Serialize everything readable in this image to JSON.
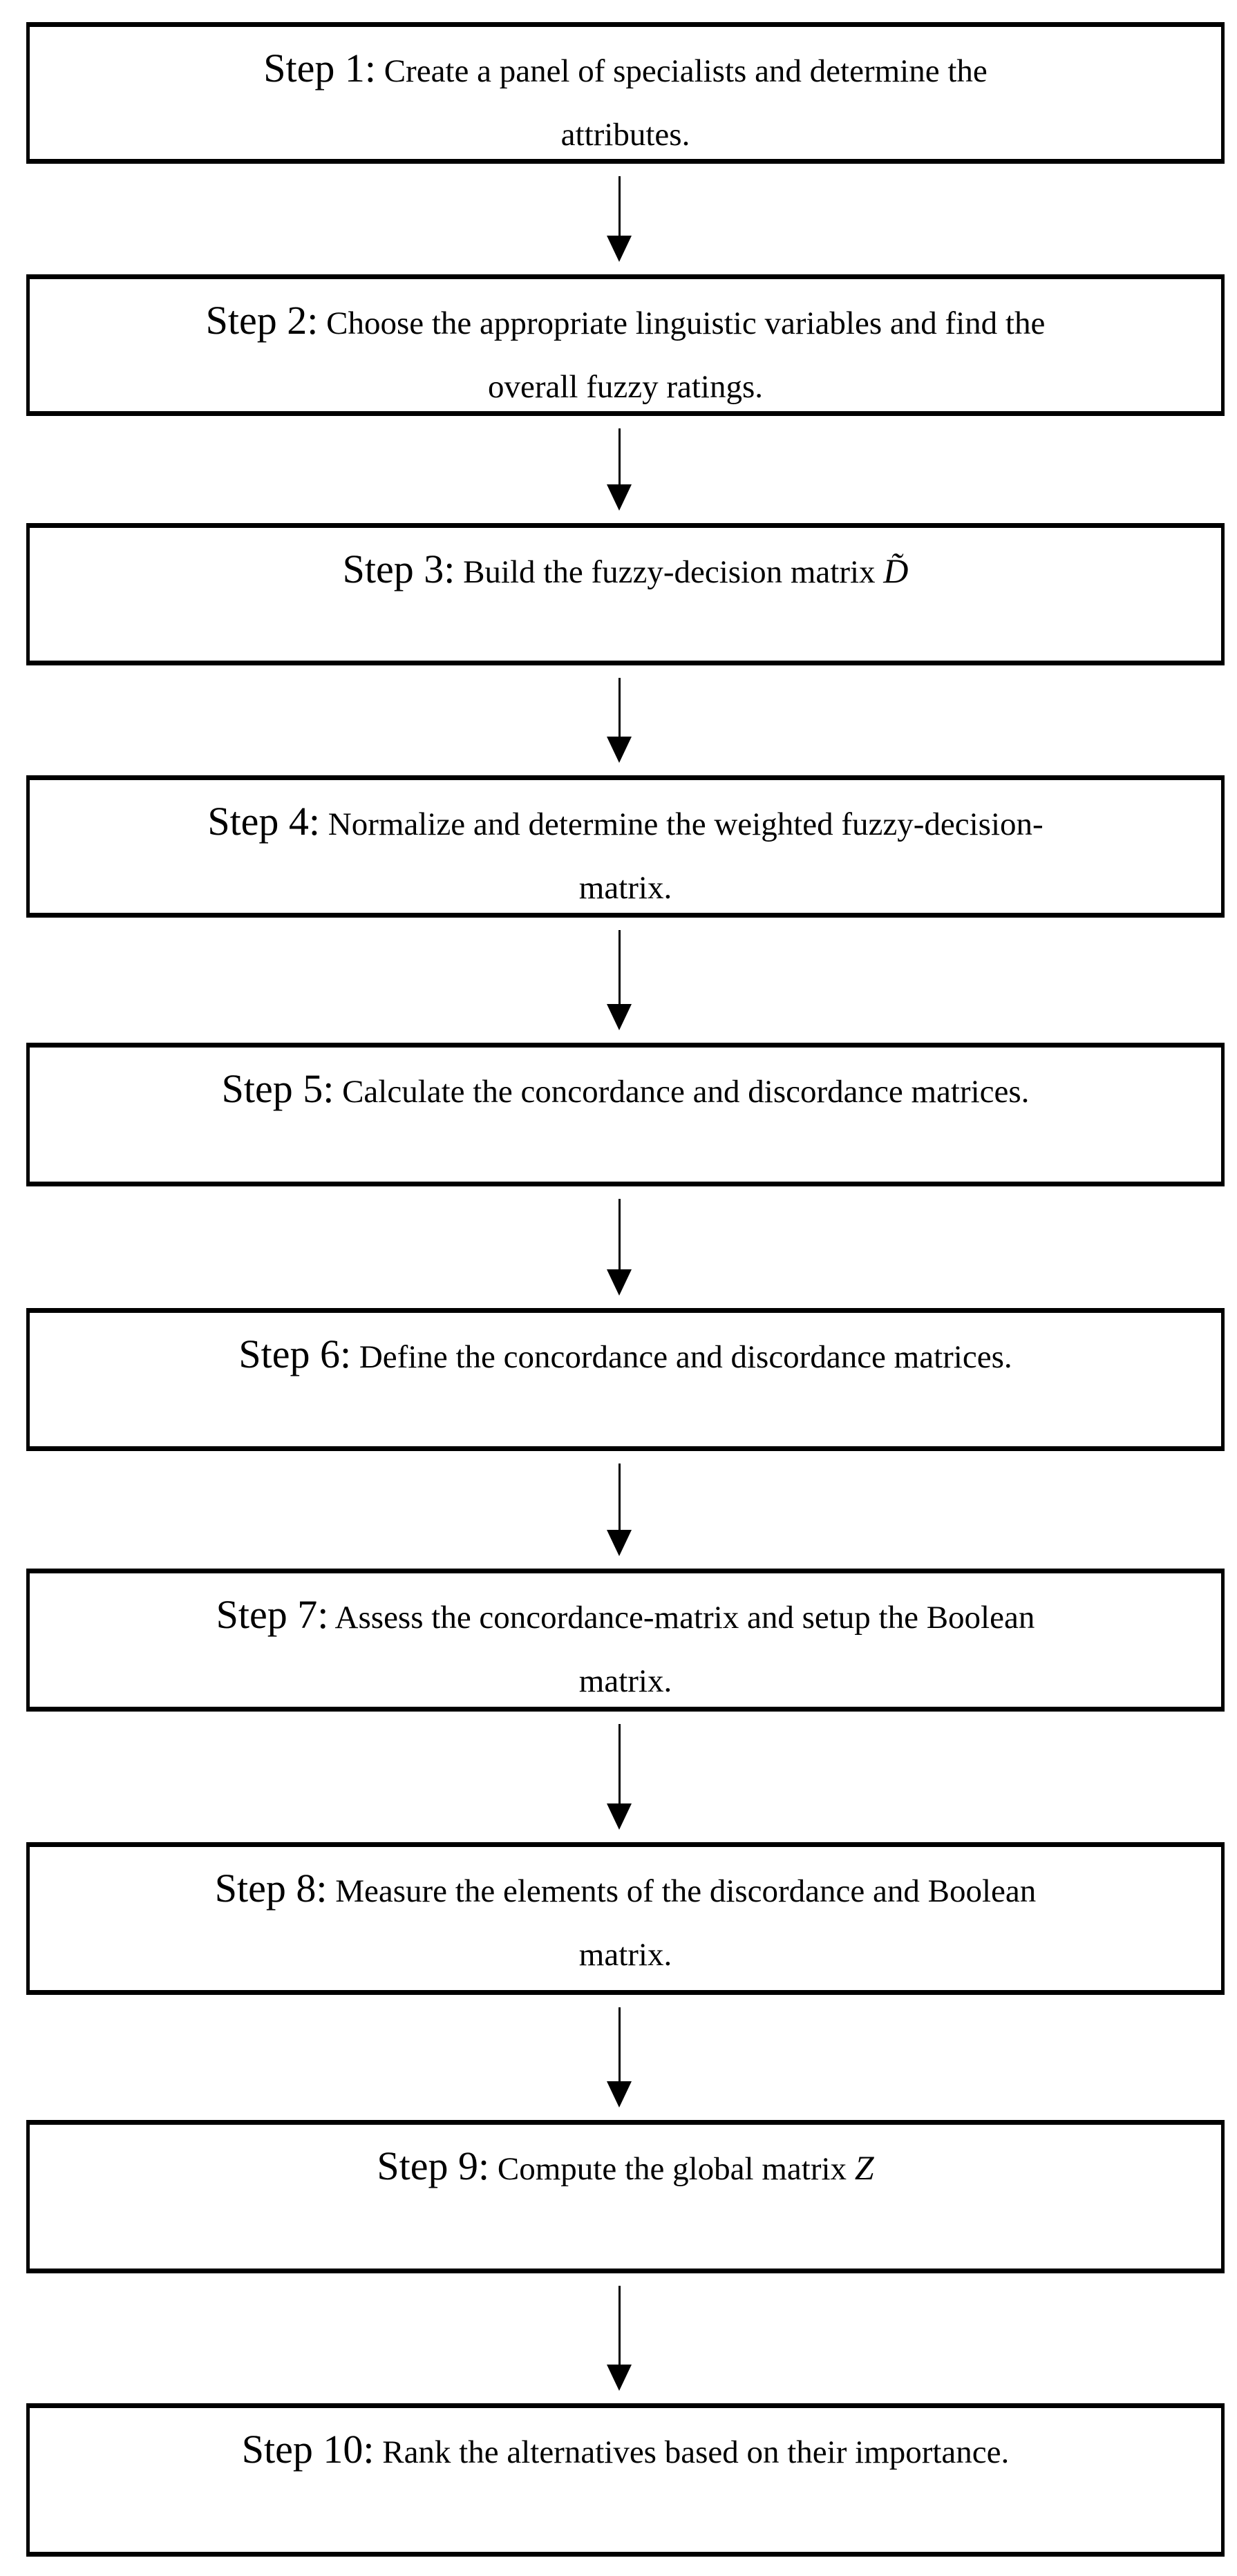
{
  "figure": {
    "type": "flowchart",
    "direction": "top-to-bottom",
    "step_count": 10
  },
  "colors": {
    "background": "#ffffff",
    "box_border": "#000000",
    "text": "#000000",
    "arrow": "#000000"
  },
  "steps": [
    {
      "label": "Step 1:",
      "line1": "Create a panel of specialists and determine the",
      "line2": "attributes."
    },
    {
      "label": "Step 2:",
      "line1": "Choose the appropriate linguistic variables and find the",
      "line2": "overall fuzzy ratings."
    },
    {
      "label": "Step 3:",
      "line1": "Build the fuzzy-decision matrix",
      "symbol": "D̃",
      "line2": ""
    },
    {
      "label": "Step 4:",
      "line1": "Normalize and determine the weighted fuzzy-decision-",
      "line2": "matrix."
    },
    {
      "label": "Step 5:",
      "line1": "Calculate the concordance and discordance matrices.",
      "line2": ""
    },
    {
      "label": "Step 6:",
      "line1": "Define the concordance and discordance matrices.",
      "line2": ""
    },
    {
      "label": "Step 7:",
      "line1": "Assess the concordance-matrix and setup the Boolean",
      "line2": "matrix."
    },
    {
      "label": "Step 8:",
      "line1": "Measure the elements of the discordance and Boolean",
      "line2": "matrix."
    },
    {
      "label": "Step 9:",
      "line1": "Compute the global matrix",
      "symbol": "Z",
      "line2": ""
    },
    {
      "label": "Step 10:",
      "line1": "Rank the alternatives based on their importance.",
      "line2": ""
    }
  ]
}
